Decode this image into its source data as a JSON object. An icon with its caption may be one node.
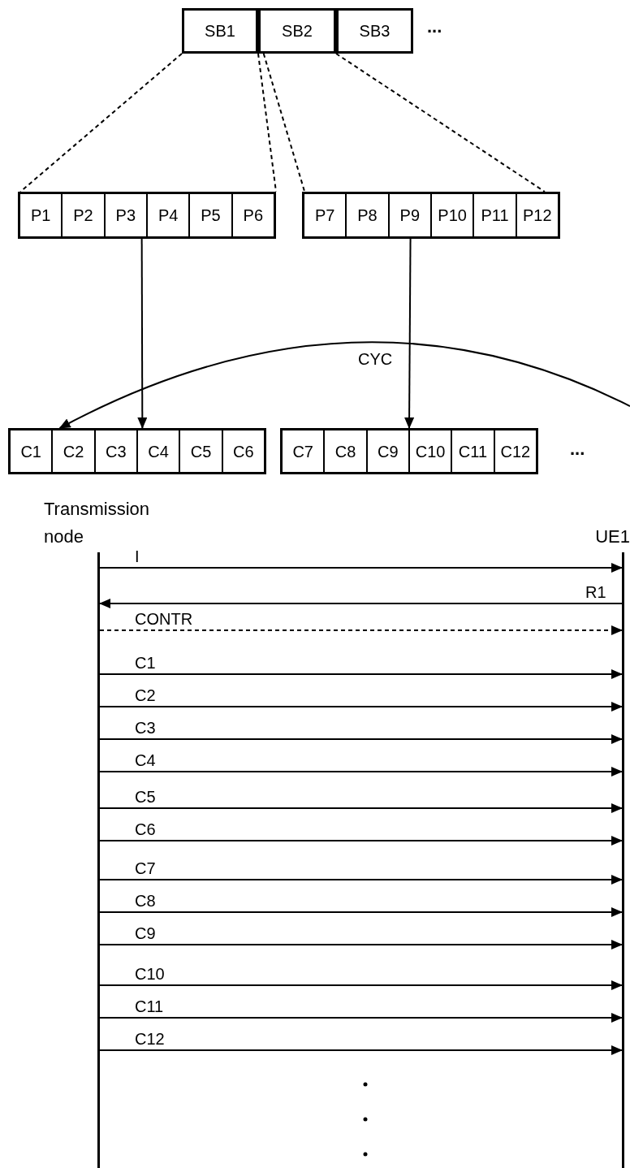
{
  "diagram": {
    "nodes": [
      {
        "text": [
          "SB1"
        ]
      },
      {
        "text": [
          "SB2"
        ]
      },
      {
        "text": [
          "SB3"
        ]
      },
      {
        "text": [],
        "shape": "box"
      },
      {
        "text": [
          "P1"
        ],
        "in": 3
      },
      {
        "text": [
          "P2"
        ],
        "in": 3
      },
      {
        "text": [
          "P3"
        ],
        "in": 3
      },
      {
        "text": [
          "P4"
        ],
        "in": 3
      },
      {
        "text": [
          "P5"
        ],
        "in": 3
      },
      {
        "text": [
          "P6"
        ],
        "in": 3
      },
      {
        "text": [],
        "shape": "box"
      },
      {
        "text": [
          "P7"
        ],
        "in": 10
      },
      {
        "text": [
          "P8"
        ],
        "in": 10
      },
      {
        "text": [
          "P9"
        ],
        "in": 10
      },
      {
        "text": [
          "P10"
        ],
        "in": 10
      },
      {
        "text": [
          "P11"
        ],
        "in": 10
      },
      {
        "text": [
          "P12"
        ],
        "in": 10
      },
      {
        "text": [],
        "shape": "box"
      },
      {
        "text": [
          "C1"
        ],
        "in": 17
      },
      {
        "text": [
          "C2"
        ],
        "in": 17
      },
      {
        "text": [
          "C3"
        ],
        "in": 17
      },
      {
        "text": [
          "C4"
        ],
        "in": 17
      },
      {
        "text": [
          "C5"
        ],
        "in": 17
      },
      {
        "text": [
          "C6"
        ],
        "in": 17
      },
      {
        "text": [],
        "shape": "box"
      },
      {
        "text": [
          "C7"
        ],
        "in": 24
      },
      {
        "text": [
          "C8"
        ],
        "in": 24
      },
      {
        "text": [
          "C9"
        ],
        "in": 24
      },
      {
        "text": [
          "C10"
        ],
        "in": 24
      },
      {
        "text": [
          "C11"
        ],
        "in": 24
      },
      {
        "text": [
          "C12"
        ],
        "in": 24
      },
      {
        "text": [],
        "shape": "bar",
        "beside": [
          "Transmission node"
        ]
      },
      {
        "text": [],
        "shape": "bar",
        "beside": [
          "UE1"
        ]
      }
    ],
    "edges": [
      {
        "from": 0,
        "to": 3,
        "arrow": "none",
        "style": "dashed"
      },
      {
        "from": 1,
        "to": 3,
        "arrow": "none",
        "style": "dashed"
      },
      {
        "from": 1,
        "to": 10,
        "arrow": "none",
        "style": "dashed"
      },
      {
        "from": 2,
        "to": 10,
        "arrow": "none",
        "style": "dashed"
      },
      {
        "from": 3,
        "to": 17,
        "arrow": "to"
      },
      {
        "from": 10,
        "to": 24,
        "arrow": "to"
      },
      {
        "from": null,
        "to": 17,
        "arrow": "to",
        "label": "CYC"
      },
      {
        "from": 31,
        "to": 32,
        "arrow": "to",
        "label": "I"
      },
      {
        "from": 32,
        "to": 31,
        "arrow": "to",
        "label": "R1"
      },
      {
        "from": 31,
        "to": 32,
        "arrow": "to",
        "label": "CONTR",
        "style": "dashed"
      },
      {
        "from": 31,
        "to": 32,
        "arrow": "to",
        "label": "C1"
      },
      {
        "from": 31,
        "to": 32,
        "arrow": "to",
        "label": "C2"
      },
      {
        "from": 31,
        "to": 32,
        "arrow": "to",
        "label": "C3"
      },
      {
        "from": 31,
        "to": 32,
        "arrow": "to",
        "label": "C4"
      },
      {
        "from": 31,
        "to": 32,
        "arrow": "to",
        "label": "C5"
      },
      {
        "from": 31,
        "to": 32,
        "arrow": "to",
        "label": "C6"
      },
      {
        "from": 31,
        "to": 32,
        "arrow": "to",
        "label": "C7"
      },
      {
        "from": 31,
        "to": 32,
        "arrow": "to",
        "label": "C8"
      },
      {
        "from": 31,
        "to": 32,
        "arrow": "to",
        "label": "C9"
      },
      {
        "from": 31,
        "to": 32,
        "arrow": "to",
        "label": "C10"
      },
      {
        "from": 31,
        "to": 32,
        "arrow": "to",
        "label": "C11"
      },
      {
        "from": 31,
        "to": 32,
        "arrow": "to",
        "label": "C12"
      }
    ],
    "labels": [
      "...",
      "..."
    ]
  }
}
